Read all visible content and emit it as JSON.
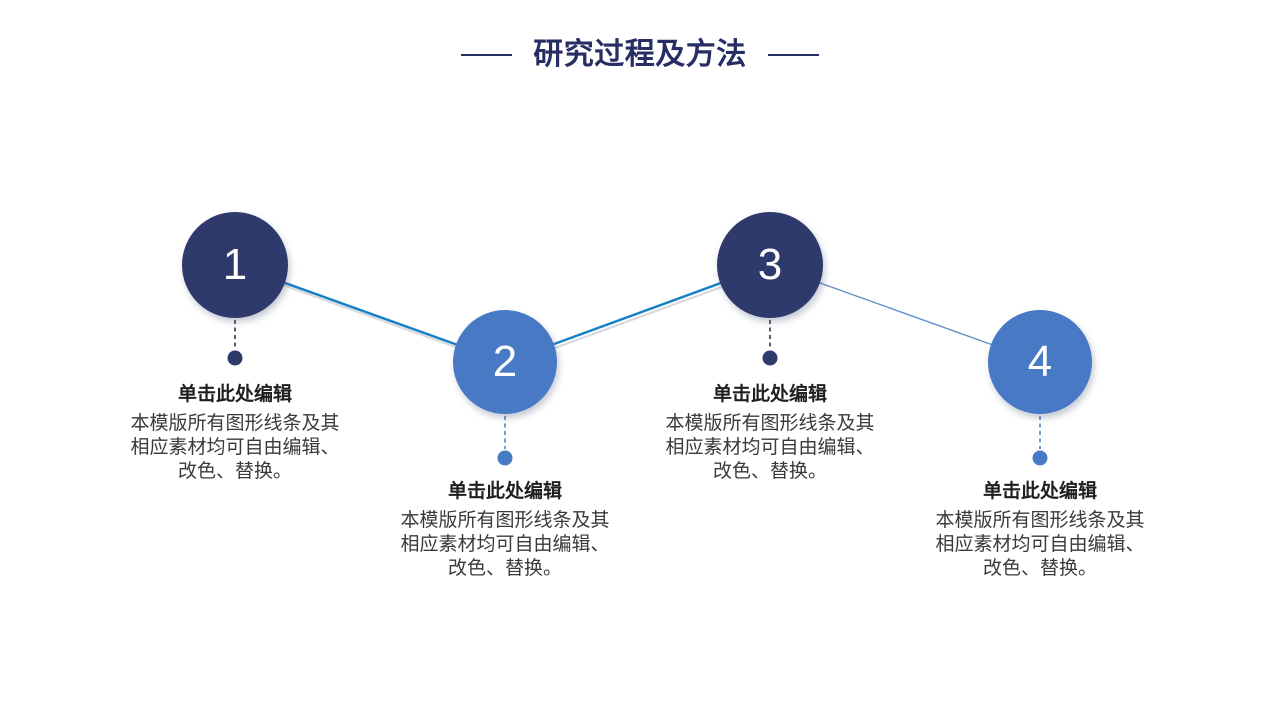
{
  "title": {
    "text": "研究过程及方法"
  },
  "colors": {
    "title_navy": "#272e63",
    "circle_navy": "#2e3a6b",
    "circle_blue": "#4779c4",
    "connector_blue": "#1581c5",
    "connector_light_blue": "#5b8dc9",
    "connector_shadow": "#d9d9e1",
    "dropper_dark": "#2b2b2b",
    "heading_text": "#1f1f1f",
    "body_text": "#3a3a3a",
    "background": "#ffffff"
  },
  "steps": [
    {
      "number": "1",
      "heading": "单击此处编辑",
      "body_lines": [
        "本模版所有图形线条及其",
        "相应素材均可自由编辑、",
        "改色、替换。"
      ]
    },
    {
      "number": "2",
      "heading": "单击此处编辑",
      "body_lines": [
        "本模版所有图形线条及其",
        "相应素材均可自由编辑、",
        "改色、替换。"
      ]
    },
    {
      "number": "3",
      "heading": "单击此处编辑",
      "body_lines": [
        "本模版所有图形线条及其",
        "相应素材均可自由编辑、",
        "改色、替换。"
      ]
    },
    {
      "number": "4",
      "heading": "单击此处编辑",
      "body_lines": [
        "本模版所有图形线条及其",
        "相应素材均可自由编辑、",
        "改色、替换。"
      ]
    }
  ]
}
